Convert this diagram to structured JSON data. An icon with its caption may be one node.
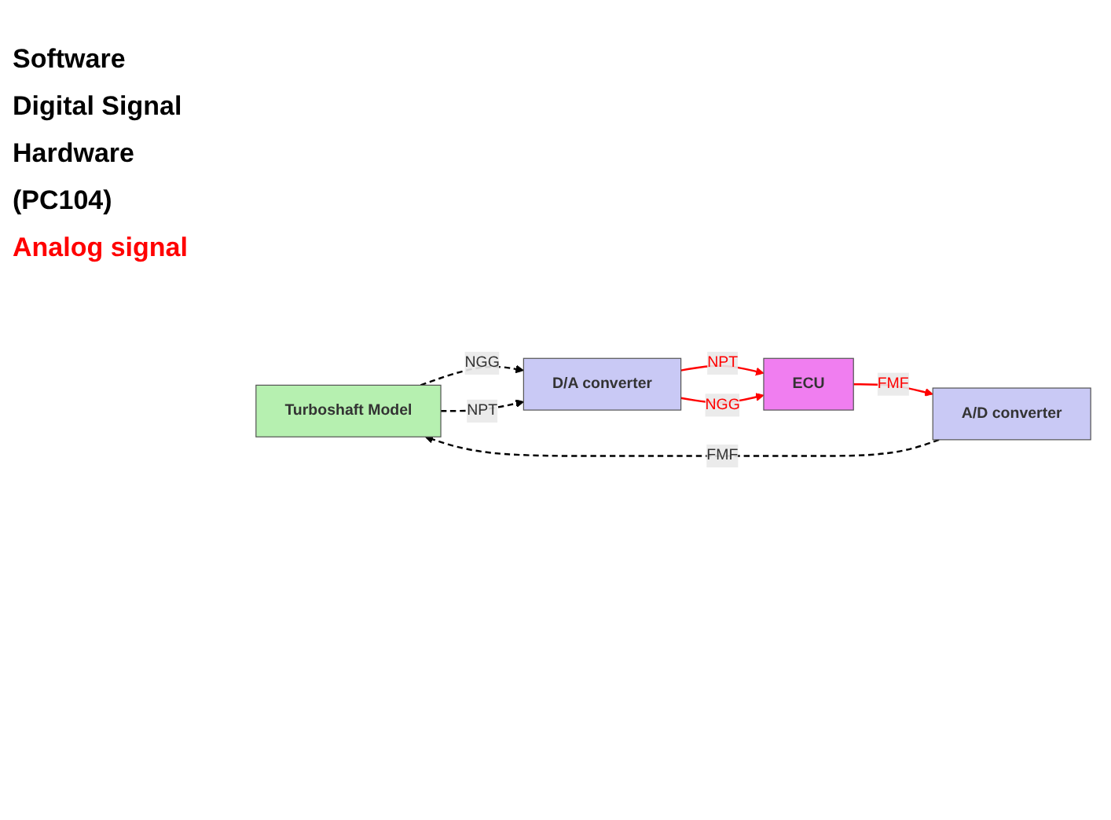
{
  "diagram": {
    "nodes": [
      {
        "text": [
          "Turboshaft Model"
        ]
      },
      {
        "text": [
          "A/D converter"
        ]
      },
      {
        "text": [
          "D/A converter"
        ]
      },
      {
        "text": [
          "ECU"
        ]
      }
    ],
    "edges": [
      {
        "from": 1,
        "to": 0,
        "arrow": "to",
        "label": "FMF",
        "style": "dashed"
      },
      {
        "from": 0,
        "to": 2,
        "arrow": "to",
        "label": "NGG",
        "style": "dashed"
      },
      {
        "from": 0,
        "to": 2,
        "arrow": "to",
        "label": "NPT",
        "style": "dashed"
      },
      {
        "from": 2,
        "to": 3,
        "arrow": "to",
        "label": "NPT",
        "color": "#ff0000"
      },
      {
        "from": 2,
        "to": 3,
        "arrow": "to",
        "label": "NGG",
        "color": "#ff0000"
      },
      {
        "from": 3,
        "to": 1,
        "arrow": "to",
        "label": "FMF",
        "color": "#ff0000"
      }
    ],
    "labels": [
      "Software",
      "Digital Signal",
      "Hardware",
      "(PC104)",
      "Analog signal"
    ]
  }
}
